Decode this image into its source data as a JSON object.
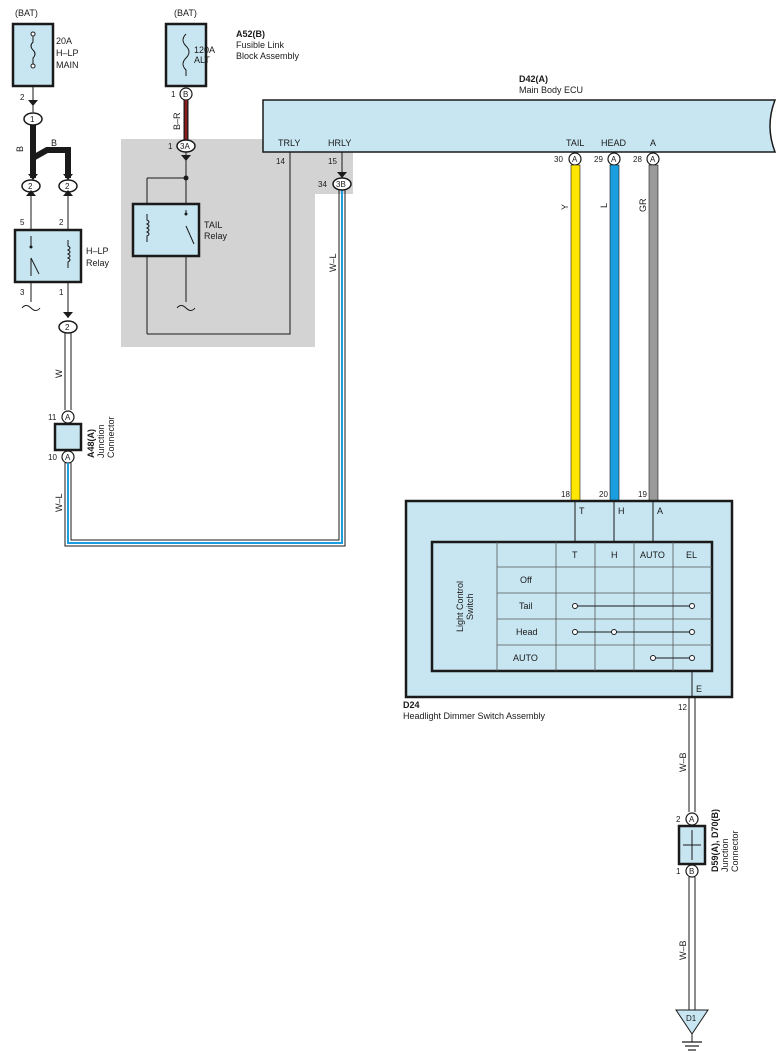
{
  "power": {
    "bat_left": "(BAT)",
    "bat_right": "(BAT)",
    "fuse_amp": "20A",
    "fuse_name1": "H–LP",
    "fuse_name2": "MAIN",
    "link_amp": "120A",
    "link_name": "ALT",
    "link_code": "A52(B)",
    "link_desc1": "Fusible Link",
    "link_desc2": "Block Assembly"
  },
  "ecu": {
    "code": "D42(A)",
    "name": "Main Body ECU",
    "pins": [
      {
        "label": "TRLY",
        "num": "14"
      },
      {
        "label": "HRLY",
        "num": "15"
      },
      {
        "label": "TAIL",
        "num": "30",
        "conn": "A"
      },
      {
        "label": "HEAD",
        "num": "29",
        "conn": "A"
      },
      {
        "label": "A",
        "num": "28",
        "conn": "A"
      }
    ]
  },
  "relays": {
    "hlp_name1": "H–LP",
    "hlp_name2": "Relay",
    "hlp_pins": [
      "5",
      "2",
      "3",
      "1"
    ],
    "tail_name1": "TAIL",
    "tail_name2": "Relay"
  },
  "connectors": {
    "c1": "1",
    "c2a": "2",
    "c2b": "2",
    "c2c": "2",
    "fuse_pin": "2",
    "fuse_pin2": "2",
    "b_pin": "1",
    "b_label": "B",
    "r3a_pin": "1",
    "r3a_label": "3A",
    "r3b_pin": "34",
    "r3b_label": "3B",
    "a48_top_pin": "11",
    "a48_bot_pin": "10",
    "a48_label": "A",
    "a48_code": "A48(A)",
    "a48_desc1": "Junction",
    "a48_desc2": "Connector",
    "d59_top_pin": "2",
    "d59_top_label": "A",
    "d59_bot_pin": "1",
    "d59_bot_label": "B",
    "d59_code": "D59(A), D70(B)",
    "d59_desc1": "Junction",
    "d59_desc2": "Connector",
    "ground": "D1"
  },
  "wires": {
    "b_left": "B",
    "b_top": "B",
    "br": "B–R",
    "w": "W",
    "wl_left": "W–L",
    "wl_mid": "W–L",
    "y": "Y",
    "l": "L",
    "gr": "GR",
    "wb1": "W–B",
    "wb2": "W–B"
  },
  "switch": {
    "code": "D24",
    "name": "Headlight Dimmer Switch Assembly",
    "pin_nums": [
      "18",
      "20",
      "19"
    ],
    "pin_labels": [
      "T",
      "H",
      "A"
    ],
    "ground_pin": "12",
    "ground_label": "E",
    "side_label1": "Light Control",
    "side_label2": "Switch",
    "columns": [
      "T",
      "H",
      "AUTO",
      "EL"
    ],
    "rows": [
      "Off",
      "Tail",
      "Head",
      "AUTO"
    ]
  },
  "colors": {
    "yellow": "#ffe600",
    "blue": "#1a9ee0",
    "gray": "#9a9a9a",
    "brown_red": "#8b1a1a",
    "panel": "#c8e6f2",
    "shade": "#d3d3d3"
  }
}
